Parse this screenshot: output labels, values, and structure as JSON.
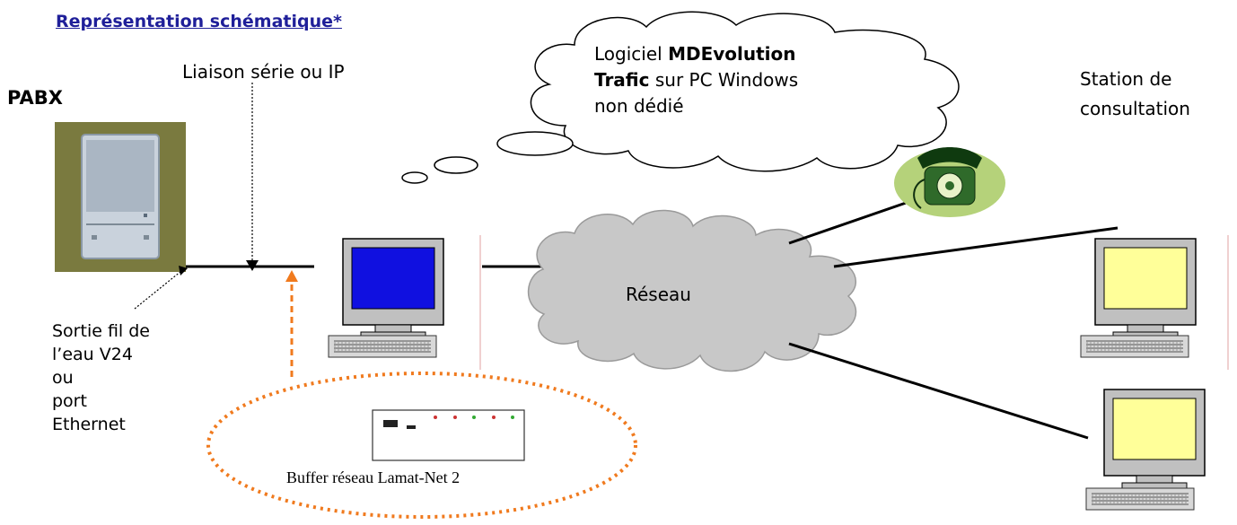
{
  "title": "Représentation schématique*",
  "pabx": {
    "label": "PABX"
  },
  "link": {
    "label": "Liaison série ou IP"
  },
  "software_cloud": {
    "line1_prefix": "Logiciel ",
    "line1_bold": "MDEvolution",
    "line2_bold": "Trafic",
    "line2_suffix": " sur PC Windows",
    "line3": "non dédié"
  },
  "station": {
    "line1": "Station de",
    "line2": "consultation"
  },
  "output": {
    "lines": [
      "Sortie fil de",
      "l’eau V24",
      "ou",
      "port",
      "Ethernet"
    ]
  },
  "network": {
    "label": "Réseau"
  },
  "buffer": {
    "label": "Buffer réseau Lamat-Net 2"
  },
  "colors": {
    "title": "#1f1f99",
    "dotted_arrow": "#f07a1e",
    "pabx_frame": "#7a7a3f",
    "server_screen": "#1010e0",
    "station_screen": "#ffff99",
    "network_cloud": "#c8c8c8",
    "phone_badge": "#b5d27a"
  },
  "icons": [
    "pabx-photo",
    "server-pc-icon",
    "phone-icon",
    "station-pc-icon",
    "network-cloud",
    "thought-cloud",
    "buffer-device"
  ]
}
